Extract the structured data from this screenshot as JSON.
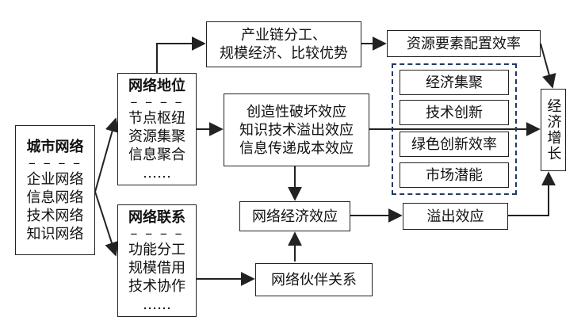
{
  "city_network": {
    "title": "城市网络",
    "divider": "– – – –",
    "items": [
      "企业网络",
      "信息网络",
      "技术网络",
      "知识网络"
    ]
  },
  "network_position": {
    "title": "网络地位",
    "divider": "– – – –",
    "items": [
      "节点枢纽",
      "资源集聚",
      "信息聚合",
      "……"
    ]
  },
  "network_linkage": {
    "title": "网络联系",
    "divider": "– – – –",
    "items": [
      "功能分工",
      "规模借用",
      "技术协作",
      "……"
    ]
  },
  "industry_chain": {
    "lines": [
      "产业链分工、",
      "规模经济、比较优势"
    ]
  },
  "resource_allocation": {
    "label": "资源要素配置效率"
  },
  "creative_effects": {
    "lines": [
      "创造性破坏效应",
      "知识技术溢出效应",
      "信息传递成本效应"
    ]
  },
  "network_economy_effect": {
    "label": "网络经济效应"
  },
  "spillover_effect": {
    "label": "溢出效应"
  },
  "network_partnership": {
    "label": "网络伙伴关系"
  },
  "mechanisms": [
    "经济集聚",
    "技术创新",
    "绿色创新效率",
    "市场潜能"
  ],
  "economic_growth": {
    "label": "经济增长"
  },
  "colors": {
    "line": "#222222",
    "dashed_border": "#1f3b63"
  }
}
